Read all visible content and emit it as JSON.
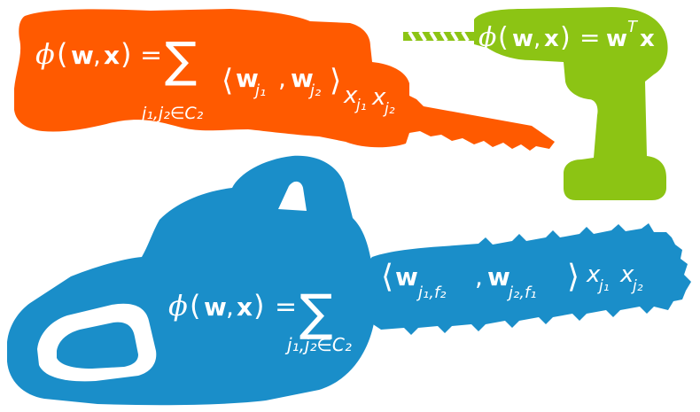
{
  "colors": {
    "saw": "#ff5a00",
    "drill": "#8cc414",
    "chainsaw": "#1a8ec9",
    "text": "#ffffff",
    "drill_bit_stripe": "#ffffff"
  },
  "icons": [
    "reciprocating-saw-icon",
    "cordless-drill-icon",
    "chainsaw-icon"
  ],
  "formulas": {
    "drill": {
      "phi": "ϕ",
      "open": "(",
      "w": "w",
      "comma": ",",
      "x": "x",
      "close": ")",
      "eq": "=",
      "wt": "w",
      "T": "T",
      "x2": "x"
    },
    "saw": {
      "phi": "ϕ",
      "open": "(",
      "w": "w",
      "comma": ",",
      "x": "x",
      "close": ")",
      "eq": "=",
      "sum": "∑",
      "sub": "j₁,j₂∈C₂",
      "lang": "⟨",
      "w1": "w",
      "w1sub": "j₁",
      "comma2": ",",
      "w2": "w",
      "w2sub": "j₂",
      "rang": "⟩",
      "x1": "x",
      "x1sub": "j₁",
      "x2": "x",
      "x2sub": "j₂"
    },
    "chainsaw": {
      "phi": "ϕ",
      "open": "(",
      "w": "w",
      "comma": ",",
      "x": "x",
      "close": ")",
      "eq": "=",
      "sum": "∑",
      "sub": "j₁,j₂∈C₂",
      "lang": "⟨",
      "w1": "w",
      "w1sub": "j₁,f₂",
      "comma2": ",",
      "w2": "w",
      "w2sub": "j₂,f₁",
      "rang": "⟩",
      "x1": "x",
      "x1sub": "j₁",
      "x2": "x",
      "x2sub": "j₂"
    }
  }
}
